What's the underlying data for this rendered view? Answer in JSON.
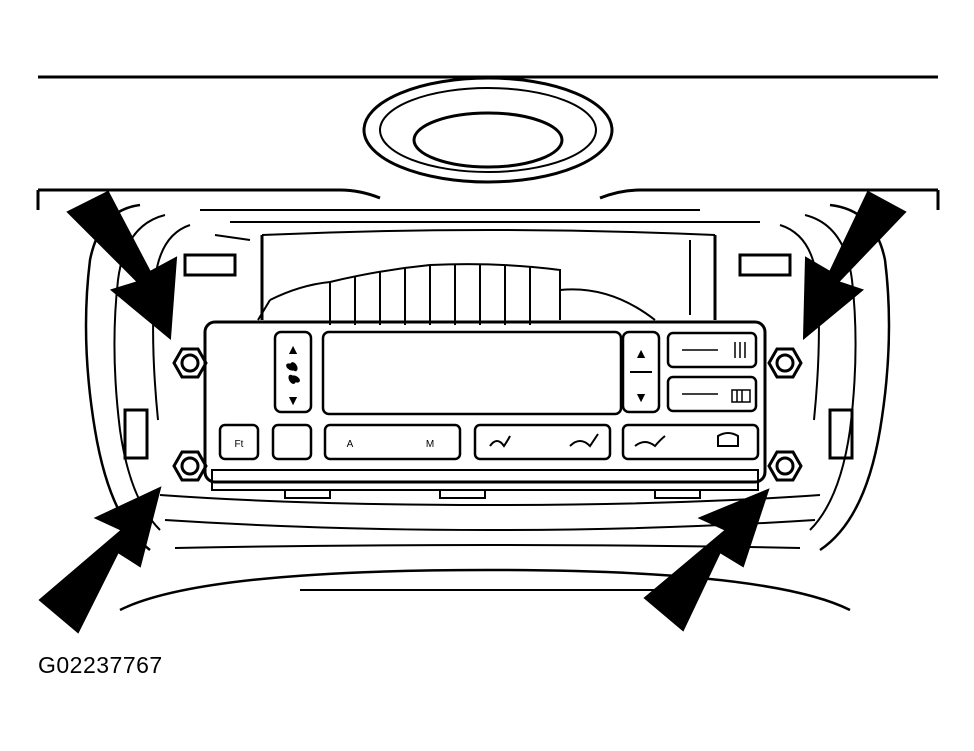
{
  "figure_id": "G02237767",
  "panel": {
    "fan_up_glyph": "▲",
    "fan_down_glyph": "▼",
    "fan_icon": "fan-icon",
    "temp_up_glyph": "▲",
    "temp_down_glyph": "▼",
    "button_1": "Ft",
    "button_2": "",
    "button_3": "A",
    "button_4": "M",
    "button_5": "",
    "button_6": ""
  },
  "colors": {
    "line": "#000000",
    "background": "#ffffff"
  }
}
